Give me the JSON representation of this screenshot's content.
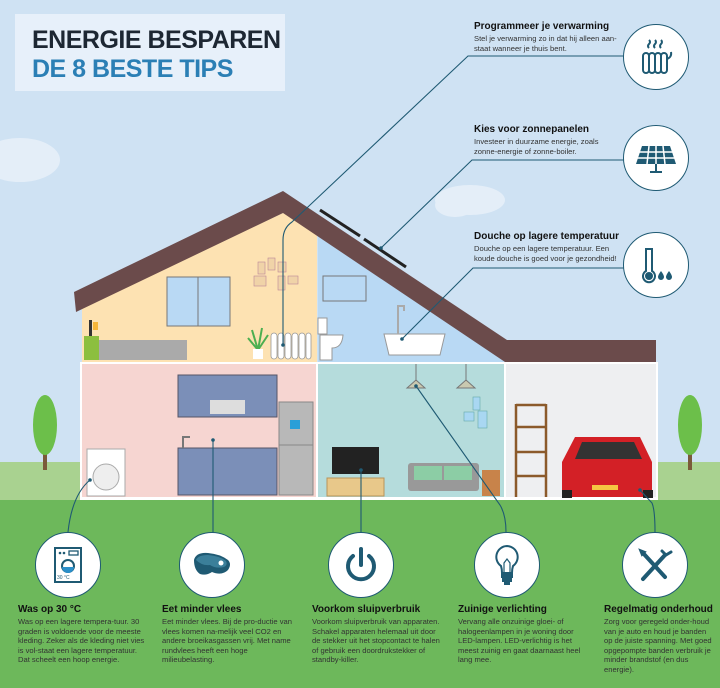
{
  "header": {
    "title_line1": "ENERGIE BESPAREN",
    "title_line2": "DE 8 BESTE TIPS"
  },
  "colors": {
    "accent": "#2b7fb5",
    "line": "#1f5a73",
    "icon": "#1f5a73",
    "ground": "#6db85b",
    "sky": "#cfe2f3",
    "roof": "#6b4b4b"
  },
  "top_tips": [
    {
      "title": "Programmeer je verwarming",
      "text": "Stel je verwarming zo in dat hij alleen aan-staat wanneer je thuis bent.",
      "icon": "radiator-icon"
    },
    {
      "title": "Kies voor zonnepanelen",
      "text": "Investeer in duurzame energie, zoals zonne-energie of zonne-boiler.",
      "icon": "solar-panel-icon"
    },
    {
      "title": "Douche op lagere temperatuur",
      "text": "Douche op een lagere temperatuur. Een koude douche is goed voor je gezondheid!",
      "icon": "thermometer-drops-icon"
    }
  ],
  "bottom_tips": [
    {
      "title": "Was op 30 °C",
      "text": "Was op een lagere tempera-tuur. 30 graden is voldoende voor de meeste kleding. Zeker als de kleding niet vies is vol-staat een lagere temperatuur. Dat scheelt een hoop energie.",
      "icon": "washing-machine-icon",
      "icon_label": "30 °C"
    },
    {
      "title": "Eet minder vlees",
      "text": "Eet minder vlees. Bij de pro-ductie van vlees komen na-melijk veel CO2 en andere broeikasgassen vrij. Met name rundvlees heeft een hoge milieubelasting.",
      "icon": "steak-icon"
    },
    {
      "title": "Voorkom sluipverbruik",
      "text": "Voorkom sluipverbruik van apparaten. Schakel apparaten helemaal uit door de stekker uit het stopcontact te halen of gebruik een doordrukstekker of standby-killer.",
      "icon": "power-icon"
    },
    {
      "title": "Zuinige verlichting",
      "text": "Vervang alle onzuinige gloei- of halogeenlampen in je woning door LED-lampen. LED-verlichtig is het meest zuinig en gaat daarnaast heel lang mee.",
      "icon": "light-bulb-icon"
    },
    {
      "title": "Regelmatig onderhoud",
      "text": "Zorg voor geregeld onder-houd van je auto en houd je banden op de juiste spanning. Met goed opgepompte banden verbruik je minder brandstof (en dus energie).",
      "icon": "tools-icon"
    }
  ]
}
